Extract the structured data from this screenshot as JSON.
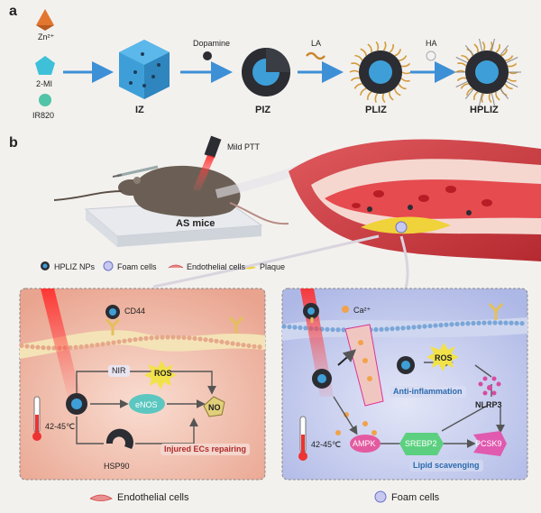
{
  "panel_a": {
    "letter": "a",
    "precursors": [
      "Zn²⁺",
      "2-MI",
      "IR820"
    ],
    "steps": [
      {
        "product": "IZ",
        "reagent": ""
      },
      {
        "product": "PIZ",
        "reagent": "Dopamine"
      },
      {
        "product": "PLIZ",
        "reagent": "LA"
      },
      {
        "product": "HPLIZ",
        "reagent": "HA"
      }
    ]
  },
  "panel_b": {
    "letter": "b",
    "mild_ptt": "Mild PTT",
    "as_mice": "AS mice",
    "legend": [
      "HPLIZ NPs",
      "Foam cells",
      "Endothelial cells",
      "Plaque"
    ],
    "left_box": {
      "cd44": "CD44",
      "nir": "NIR",
      "ros": "ROS",
      "enos": "eNOS",
      "no": "NO",
      "hsp90": "HSP90",
      "temp": "42-45℃",
      "caption": "Injured ECs repairing"
    },
    "right_box": {
      "ca": "Ca²⁺",
      "ros": "ROS",
      "anti_inflammation": "Anti-inflammation",
      "nlrp3": "NLRP3",
      "ampk": "AMPK",
      "srebp2": "SREBP2",
      "pcsk9": "PCSK9",
      "temp": "42-45℃",
      "caption": "Lipid scavenging"
    },
    "bottom_labels": [
      "Endothelial cells",
      "Foam cells"
    ]
  },
  "colors": {
    "arrow_blue": "#3d8fd6",
    "particle_core": "#3e9fd8",
    "shell_dark": "#2b2d33",
    "vessel_red": "#c8343a",
    "plaque_yellow": "#f0d23a",
    "left_bg": "#f2c4b5",
    "right_bg": "#c8cfee"
  }
}
